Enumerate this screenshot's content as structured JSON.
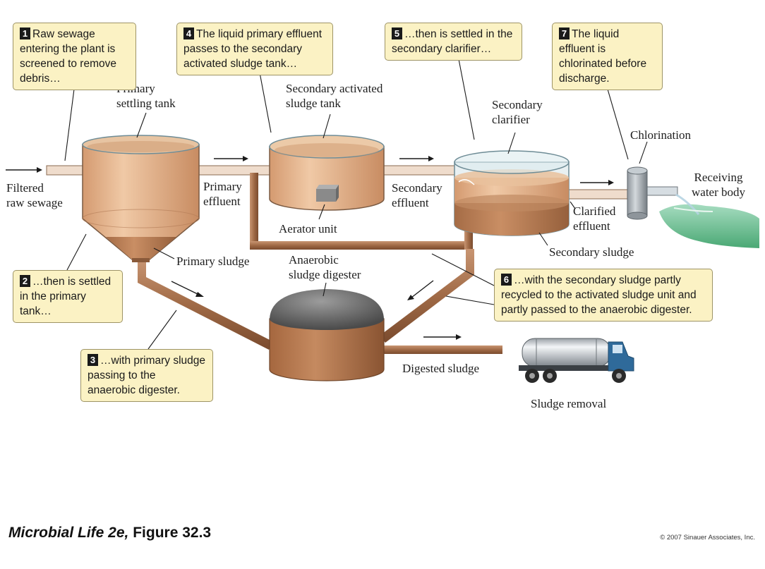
{
  "labels": {
    "filtered_raw_sewage": "Filtered\nraw sewage",
    "primary_settling_tank": "Primary\nsettling tank",
    "primary_effluent": "Primary\neffluent",
    "primary_sludge": "Primary sludge",
    "secondary_activated_sludge_tank": "Secondary activated\nsludge tank",
    "aerator_unit": "Aerator unit",
    "secondary_effluent": "Secondary\neffluent",
    "secondary_clarifier": "Secondary\nclarifier",
    "clarified_effluent": "Clarified\neffluent",
    "secondary_sludge": "Secondary sludge",
    "chlorination": "Chlorination",
    "receiving_water_body": "Receiving\nwater body",
    "anaerobic_sludge_digester": "Anaerobic\nsludge digester",
    "digested_sludge": "Digested sludge",
    "sludge_removal": "Sludge removal"
  },
  "callouts": [
    {
      "num": "1",
      "text": "Raw sewage entering the plant is screened to remove debris…"
    },
    {
      "num": "2",
      "text": "…then is settled in the primary tank…"
    },
    {
      "num": "3",
      "text": "…with primary sludge passing to the anaerobic digester."
    },
    {
      "num": "4",
      "text": "The liquid primary effluent passes to the secondary activated sludge tank…"
    },
    {
      "num": "5",
      "text": "…then is settled in the secondary clarifier…"
    },
    {
      "num": "6",
      "text": "…with the secondary sludge partly recycled to the activated sludge unit and partly passed to the anaerobic digester."
    },
    {
      "num": "7",
      "text": "The liquid effluent is chlorinated before discharge."
    }
  ],
  "footer": {
    "book_title": "Microbial Life 2e,",
    "figure": " Figure 32.3",
    "copyright": "© 2007 Sinauer Associates, Inc."
  },
  "colors": {
    "pipe": "#a06a46",
    "sewage": "#d9a178",
    "sludge": "#b37a52",
    "callout_bg": "#fbf2c4",
    "water": "#5ab482"
  }
}
